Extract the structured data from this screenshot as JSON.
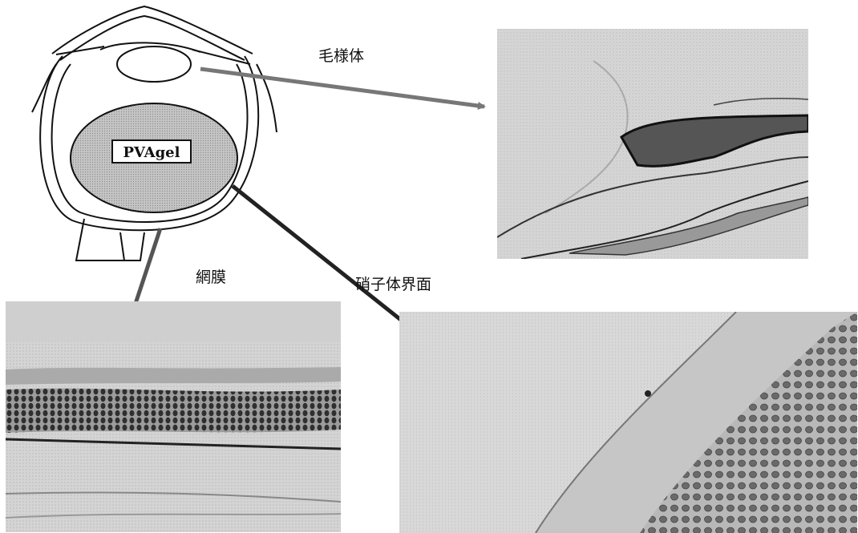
{
  "labels": {
    "ciliary_body": "毛様体",
    "retina": "網膜",
    "vitreous_interface": "硝子体界面"
  },
  "eye": {
    "gel_label": "PVAgel",
    "gel_fill": "#b5b5b5"
  },
  "colors": {
    "ciliary_arrow": "#7a7a7a",
    "interface_arrow": "#1a1a1a",
    "retina_arrow": "#555555",
    "tissue_bg": "#d9d9d9",
    "nuclei": "#3a3a3a"
  }
}
